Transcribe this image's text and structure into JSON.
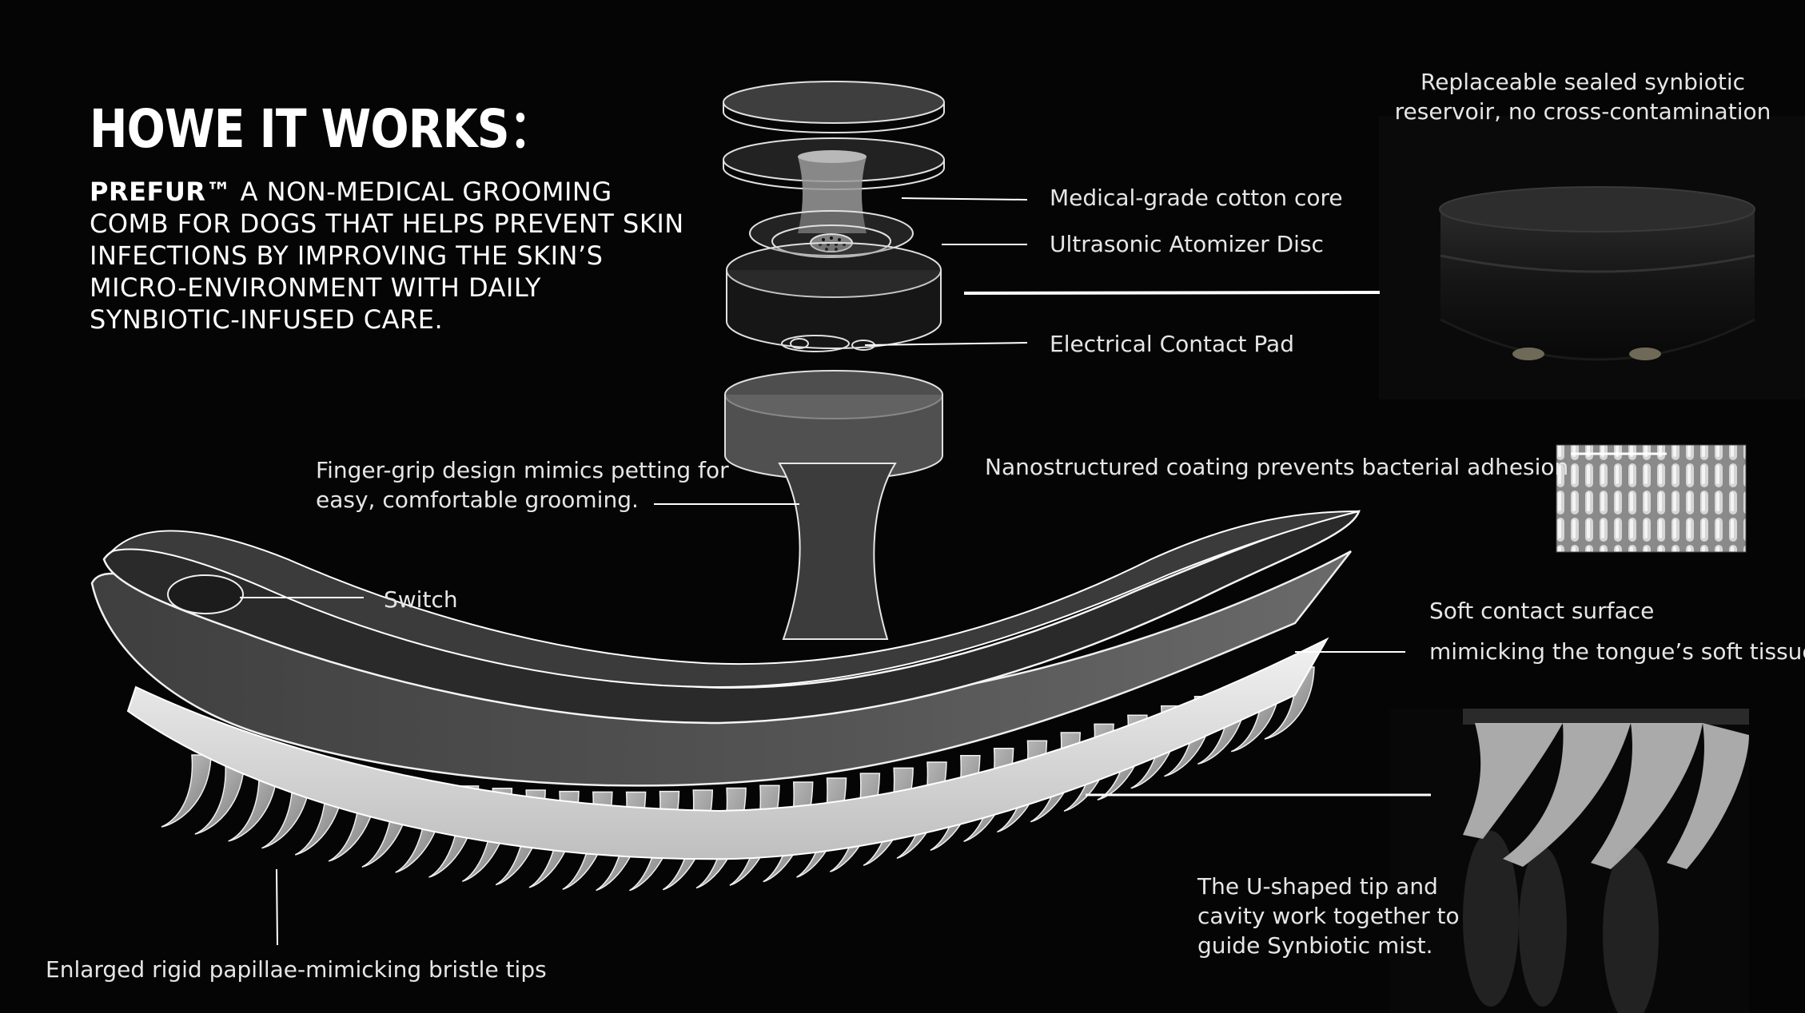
{
  "heading": "HOWE IT WORKS",
  "heading_colon": "：",
  "intro": {
    "brand": "PREFUR™",
    "text": " A NON-MEDICAL GROOMING COMB FOR DOGS THAT HELPS PREVENT SKIN INFECTIONS BY IMPROVING THE SKIN’S MICRO-ENVIRONMENT WITH DAILY SYNBIOTIC-INFUSED CARE."
  },
  "labels": {
    "reservoir_line1": "Replaceable sealed synbiotic",
    "reservoir_line2": "reservoir, no cross-contamination",
    "cotton_core": "Medical-grade cotton core",
    "atomizer": "Ultrasonic Atomizer Disc",
    "contact_pad": "Electrical Contact Pad",
    "grip_line1": "Finger-grip design mimics petting for",
    "grip_line2": "easy, comfortable grooming.",
    "coating": "Nanostructured coating prevents bacterial adhesion",
    "switch": "Switch",
    "soft_line1": "Soft contact surface",
    "soft_line2": "mimicking the tongue’s soft tissue",
    "tip_line1": "The U-shaped tip and",
    "tip_line2": "cavity work together to",
    "tip_line3": "guide Synbiotic mist.",
    "bristle": "Enlarged rigid papillae-mimicking bristle tips"
  },
  "colors": {
    "background": "#050505",
    "text": "#ffffff",
    "outline": "#e8e8e8",
    "body_dark": "#4a4a4a",
    "body_light": "#d9d9d9"
  }
}
